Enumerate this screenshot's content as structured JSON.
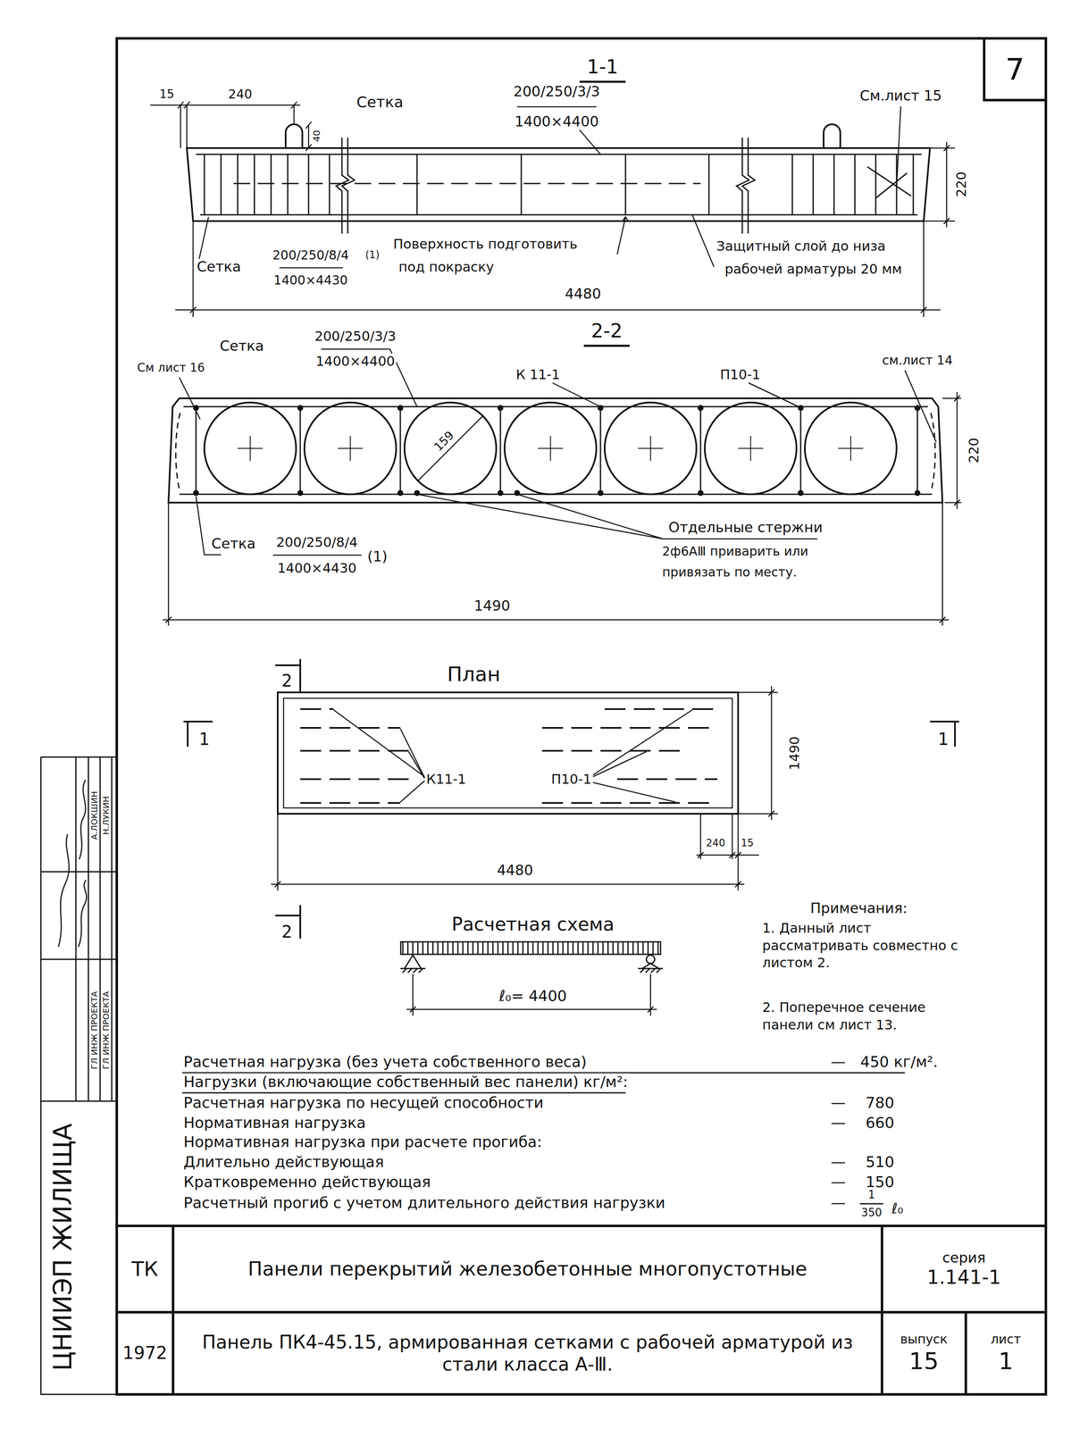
{
  "diagram": {
    "nodes": [
      {
        "text": [
          "7"
        ]
      },
      {
        "text": [
          "ТК"
        ]
      },
      {
        "text": [
          "Панели перекрытий железобетонные многопустотные"
        ]
      },
      {
        "text": [
          "серия",
          "1.141-1"
        ]
      },
      {
        "text": [
          "1972"
        ]
      },
      {
        "text": [
          "Панель ПК4-45.15, армированная сетками с рабочей арматурой из стали класса А-Ⅲ."
        ]
      },
      {
        "text": [
          "выпуск",
          "15"
        ]
      },
      {
        "text": [
          "лист",
          "1"
        ]
      }
    ],
    "labels": [
      "1-1",
      "15",
      "240",
      "40",
      "Сетка",
      "200/250/3/3",
      "1400×4400",
      "См.лист 15",
      "220",
      "Сетка",
      "200/250/8/4",
      "1400×4430",
      "(1)",
      "Поверхность подготовить",
      "под покраску",
      "Защитный слой до низа",
      "рабочей арматуры 20 мм",
      "4480",
      "2-2",
      "Сетка",
      "200/250/3/3",
      "1400×4400",
      "См лист 16",
      "К 11-1",
      "П10-1",
      "см.лист 14",
      "159",
      "220",
      "Сетка",
      "200/250/8/4",
      "1400×4430",
      "(1)",
      "Отдельные стержни",
      "2ф6АⅢ приварить или",
      "привязать по месту.",
      "1490",
      "2",
      "План",
      "1",
      "1",
      "К11-1",
      "П10-1",
      "1490",
      "4480",
      "240",
      "15",
      "2",
      "Расчетная схема",
      "ℓ₀= 4400",
      "Примечания:",
      "1. Данный лист рассматривать совместно с листом 2.",
      "2. Поперечное сечение панели см лист 13.",
      "Расчетная нагрузка (без учета собственного веса)",
      "—",
      "450 кг/м².",
      "Нагрузки (включающие собственный вес панели) кг/м²:",
      "Расчетная нагрузка по несущей способности",
      "—",
      "780",
      "Нормативная нагрузка",
      "—",
      "660",
      "Нормативная нагрузка при расчете прогиба:",
      "Длительно действующая",
      "—",
      "510",
      "Кратковременно действующая",
      "—",
      "150",
      "Расчетный прогиб с учетом длительного действия нагрузки",
      "—",
      "1",
      "350",
      "ℓ₀",
      "ЦНИИЭП ЖИЛИЩА",
      "А.ЛОКШИН",
      "Н.ЛУКИН",
      "ГЛ ИНЖ ПРОЕКТА",
      "ГЛ ИНЖ ПРОЕКТА"
    ]
  }
}
